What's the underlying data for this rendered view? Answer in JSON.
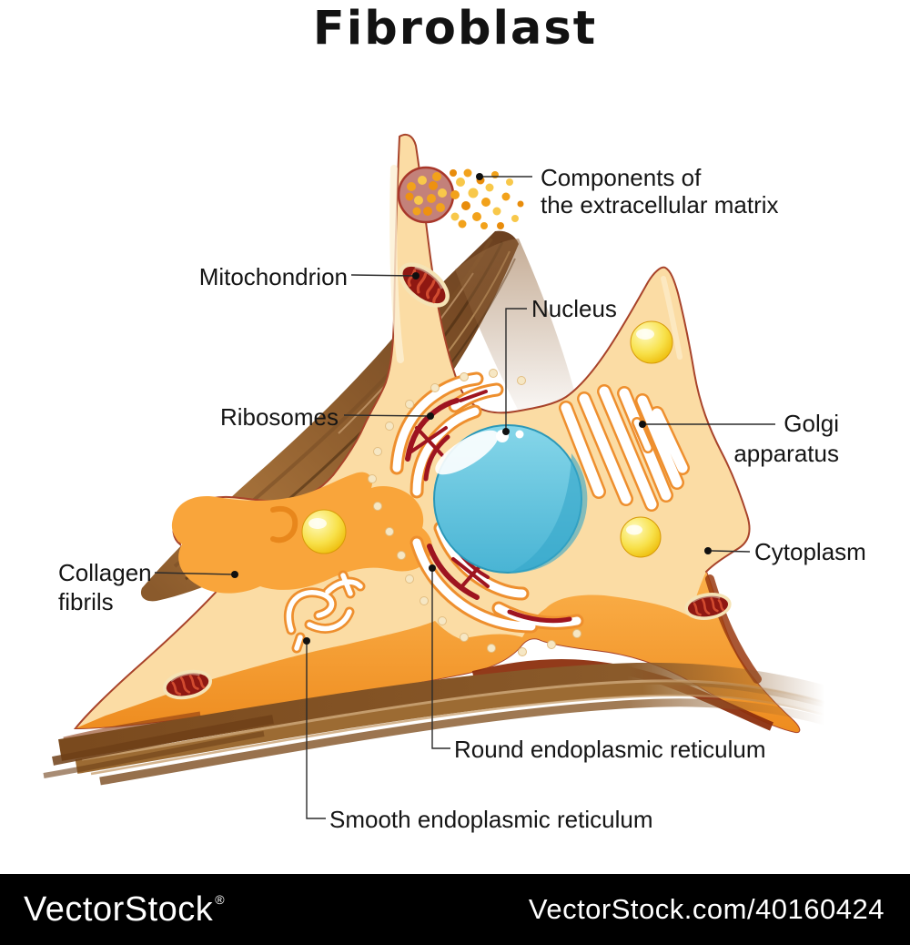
{
  "title": "Fibroblast",
  "labels": {
    "components_line1": "Components of",
    "components_line2": "the extracellular matrix",
    "mitochondrion": "Mitochondrion",
    "nucleus": "Nucleus",
    "ribosomes": "Ribosomes",
    "golgi_line1": "Golgi",
    "golgi_line2": "apparatus",
    "cytoplasm": "Cytoplasm",
    "collagen_line1": "Collagen",
    "collagen_line2": "fibrils",
    "round_er": "Round endoplasmic reticulum",
    "smooth_er": "Smooth endoplasmic reticulum"
  },
  "watermark": {
    "brand": "VectorStock",
    "registered": "®",
    "site_id": "VectorStock.com/40160424"
  },
  "colors": {
    "cytoplasm": "#FBDCA4",
    "membrane-orange": "#F9A53B",
    "membrane-outline": "#A8432A",
    "nucleus-blue": "#49B4D4",
    "nucleus-light": "#86D6E9",
    "er-red": "#9E1420",
    "organelle-outline-orange": "#EE8F2E",
    "vesicle-yellow": "#F7DC3A",
    "mitochondrion-red": "#8F1812",
    "collagen-brown": "#7A4E24",
    "ribosome-cream": "#F6E7C4",
    "label-text": "#151515",
    "watermark-bg": "#000000",
    "watermark-text": "#FFFFFF"
  }
}
